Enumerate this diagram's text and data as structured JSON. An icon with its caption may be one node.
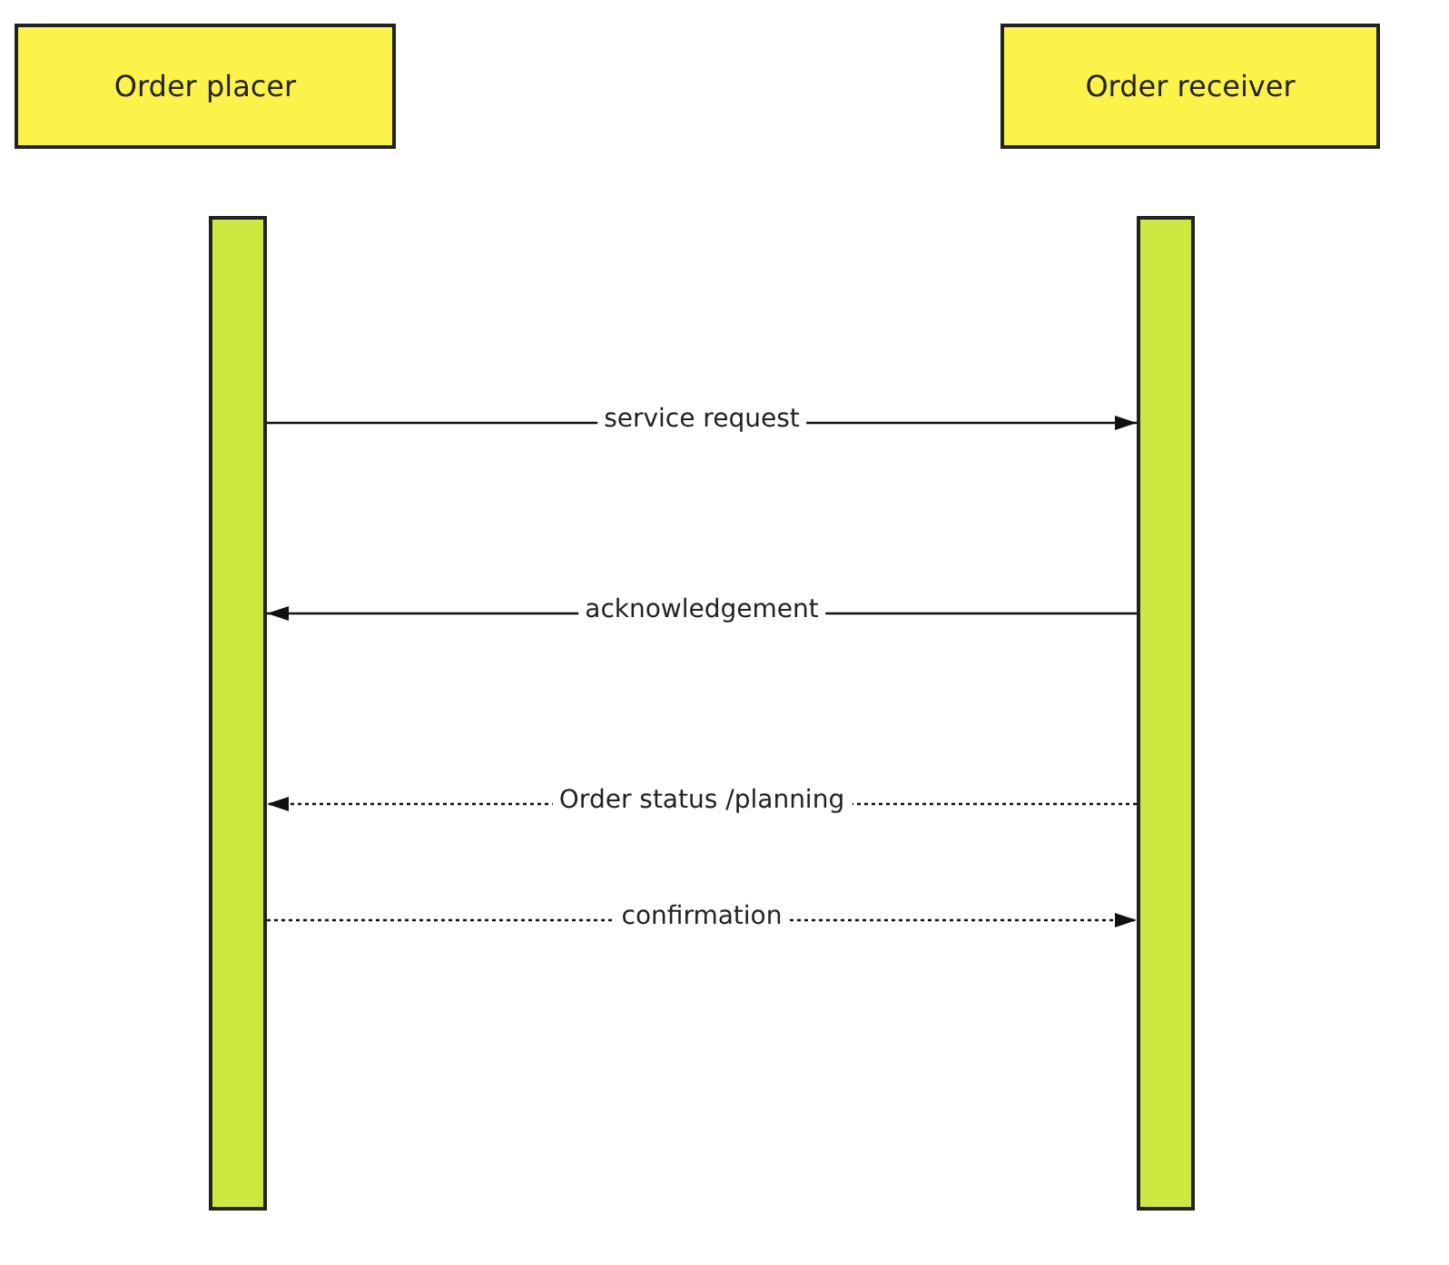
{
  "diagram": {
    "nodes": [
      {
        "text": [
          "Order placer"
        ]
      },
      {
        "text": [
          "Order receiver"
        ]
      },
      {
        "text": [],
        "shape": "bar"
      },
      {
        "text": [],
        "shape": "bar"
      }
    ],
    "edges": [
      {
        "from": 2,
        "to": 3,
        "arrow": "to",
        "label": "service request"
      },
      {
        "from": 3,
        "to": 2,
        "arrow": "to",
        "label": "acknowledgement"
      },
      {
        "from": 3,
        "to": 2,
        "arrow": "to",
        "label": "Order status /planning",
        "style": "dashed"
      },
      {
        "from": 2,
        "to": 3,
        "arrow": "to",
        "label": "confirmation",
        "style": "dashed"
      }
    ]
  }
}
